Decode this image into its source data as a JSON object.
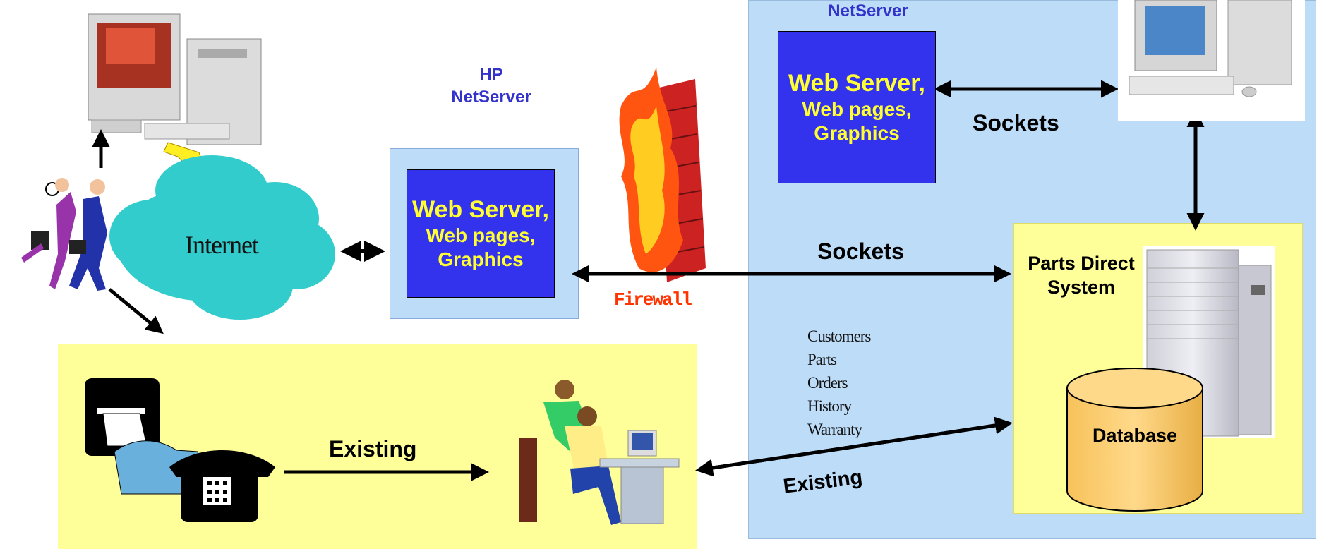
{
  "internet_cloud": {
    "label": "Internet"
  },
  "hp_netserver_left": {
    "label_line1": "HP",
    "label_line2": "NetServer"
  },
  "web_server_left": {
    "line1": "Web Server,",
    "line2": "Web pages,",
    "line3": "Graphics"
  },
  "firewall": {
    "label": "Firewall"
  },
  "netserver_right": {
    "label": "NetServer"
  },
  "web_server_right": {
    "line1": "Web Server,",
    "line2": "Web pages,",
    "line3": "Graphics"
  },
  "connections": {
    "sockets_top": "Sockets",
    "sockets_middle": "Sockets",
    "existing_left": "Existing",
    "existing_right": "Existing"
  },
  "parts_direct": {
    "line1": "Parts Direct",
    "line2": "System"
  },
  "database": {
    "label": "Database"
  },
  "data_tables": [
    "Customers",
    "Parts",
    "Orders",
    "History",
    "Warranty"
  ],
  "colors": {
    "zone_blue": "#bcdcf8",
    "zone_yellow": "#ffff99",
    "server_box": "#3333ee",
    "server_text": "#ffff33",
    "cloud": "#33cccc",
    "database": "#ffcc66",
    "firewall_text": "#ff3300"
  }
}
